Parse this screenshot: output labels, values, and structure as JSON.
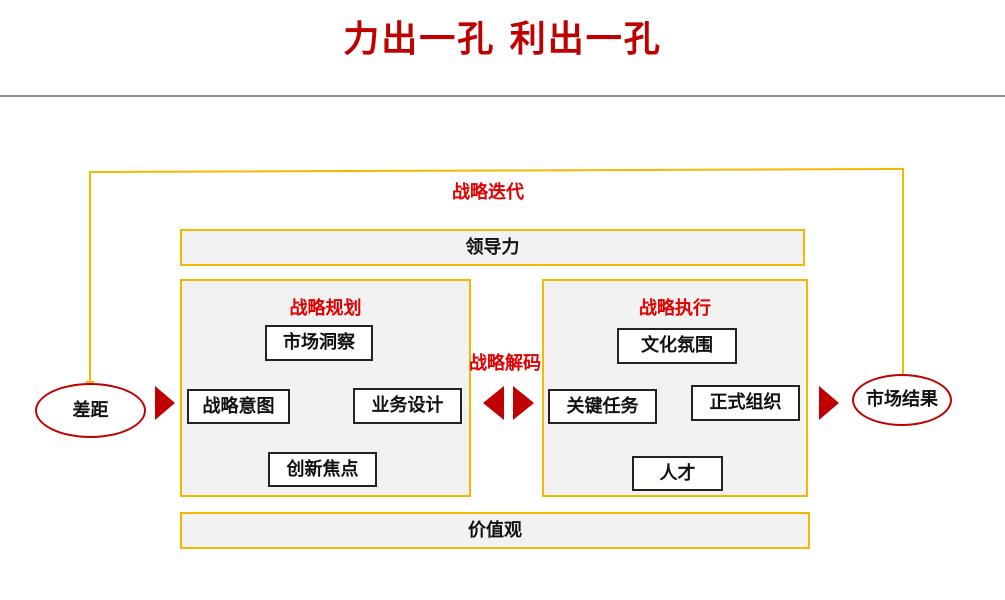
{
  "title": "力出一孔  利出一孔",
  "loop_label": "战略迭代",
  "leadership": "领导力",
  "values": "价值观",
  "gap": "差距",
  "result": "市场结果",
  "decode_label": "战略解码",
  "planning": {
    "title": "战略规划",
    "nodes": [
      "市场洞察",
      "战略意图",
      "业务设计",
      "创新焦点"
    ]
  },
  "execution": {
    "title": "战略执行",
    "nodes": [
      "文化氛围",
      "关键任务",
      "正式组织",
      "人才"
    ]
  },
  "colors": {
    "accent_red": "#c00000",
    "border_yellow": "#f5b800",
    "panel_bg": "#f2f2f2"
  }
}
